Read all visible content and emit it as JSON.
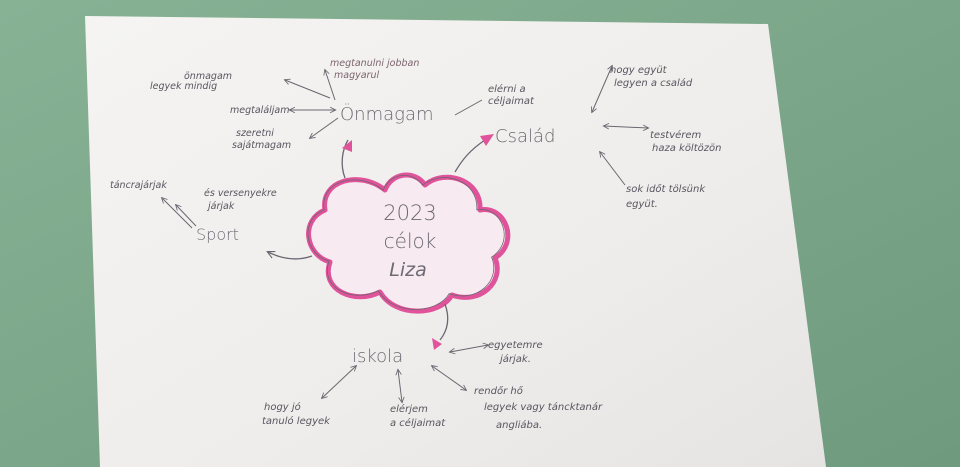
{
  "colors": {
    "table": "#7fa88c",
    "paper": "#f2f0ee",
    "pencil": "#5a5560",
    "pink": "#e0539a"
  },
  "center": {
    "line1": "2023",
    "line2": "célok",
    "line3": "Liza"
  },
  "branches": {
    "onmagam": {
      "title": "Önmagam",
      "notes": [
        "megtanulni jobban",
        "magyarul",
        "önmagam",
        "legyek mindig",
        "megtaláljam",
        "szeretni",
        "sajátmagam",
        "elérni a",
        "céljaimat"
      ]
    },
    "csalad": {
      "title": "Család",
      "notes": [
        "hogy együt",
        "legyen a család",
        "testvérem",
        "haza költözön",
        "sok időt tölsünk",
        "együt."
      ]
    },
    "sport": {
      "title": "Sport",
      "notes": [
        "táncrajárjak",
        "és versenyekre",
        "járjak"
      ]
    },
    "iskola": {
      "title": "iskola",
      "notes": [
        "egyetemre",
        "járjak.",
        "rendőr hő",
        "legyek vagy táncktanár",
        "angliába.",
        "hogy jó",
        "tanuló legyek",
        "elérjem",
        "a céljaimat"
      ]
    }
  }
}
